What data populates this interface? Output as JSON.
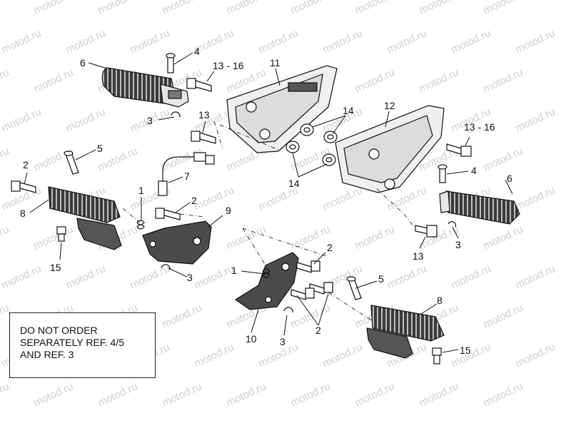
{
  "watermark": "motod.ru",
  "note": {
    "lines": [
      "DO NOT ORDER",
      "SEPARATELY REF. 4/5",
      "AND REF. 3"
    ]
  },
  "callouts": {
    "c1a": "1",
    "c1b": "1",
    "c2a": "2",
    "c2b": "2",
    "c2c": "2",
    "c2d": "2",
    "c3a": "3",
    "c3b": "3",
    "c3c": "3",
    "c3d": "3",
    "c4a": "4",
    "c4b": "4",
    "c5a": "5",
    "c5b": "5",
    "c6a": "6",
    "c6b": "6",
    "c7": "7",
    "c8a": "8",
    "c8b": "8",
    "c9": "9",
    "c10": "10",
    "c11": "11",
    "c12": "12",
    "c13a": "13",
    "c13b": "13",
    "c1316a": "13 - 16",
    "c1316b": "13 - 16",
    "c14a": "14",
    "c14b": "14",
    "c15a": "15",
    "c15b": "15"
  },
  "colors": {
    "ink": "#111111",
    "footrest_rubber": "#333333",
    "watermark": "#cfcfcf"
  }
}
